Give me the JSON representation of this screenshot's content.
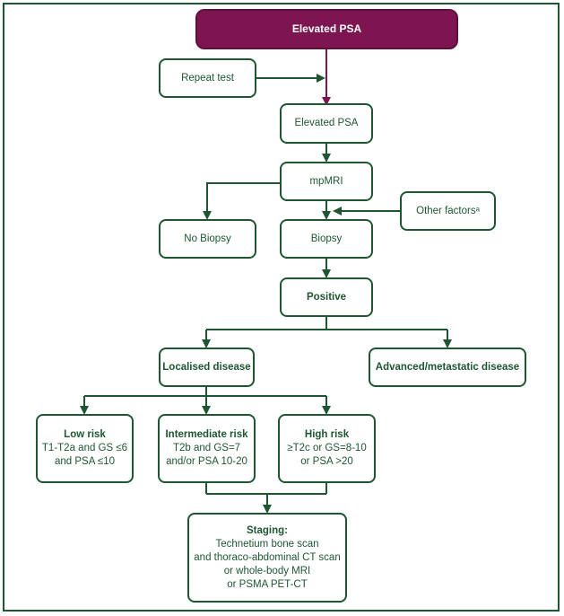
{
  "nodes": {
    "elevated_psa_top": "Elevated PSA",
    "repeat_test": "Repeat test",
    "elevated_psa": "Elevated PSA",
    "mpmri": "mpMRI",
    "other_factors": "Other factorsᵃ",
    "no_biopsy": "No Biopsy",
    "biopsy": "Biopsy",
    "positive": "Positive",
    "localised": "Localised disease",
    "advanced": "Advanced/metastatic disease",
    "low_risk": {
      "title": "Low risk",
      "lines": [
        "T1-T2a and GS ≤6",
        "and PSA ≤10"
      ]
    },
    "intermediate_risk": {
      "title": "Intermediate risk",
      "lines": [
        "T2b and GS=7",
        "and/or PSA 10-20"
      ]
    },
    "high_risk": {
      "title": "High risk",
      "lines": [
        "≥T2c or GS=8-10",
        "or PSA >20"
      ]
    },
    "staging": {
      "title": "Staging:",
      "lines": [
        "Technetium bone scan",
        "and thoraco-abdominal CT scan",
        "or whole-body MRI",
        "or PSMA PET-CT"
      ]
    }
  },
  "colors": {
    "accent": "#7d1650",
    "line": "#1e5631"
  }
}
